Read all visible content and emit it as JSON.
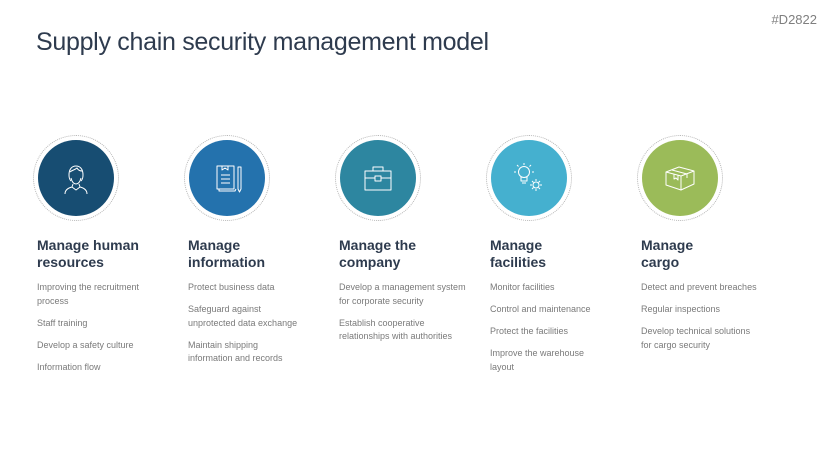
{
  "slide": {
    "code": "#D2822",
    "title": "Supply chain security management model"
  },
  "columns": [
    {
      "icon": "person-icon",
      "color": "#174d72",
      "heading_line1": "Manage human",
      "heading_line2": "resources",
      "items": [
        "Improving the recruitment process",
        "Staff training",
        "Develop a safety culture",
        "Information flow"
      ]
    },
    {
      "icon": "document-pencil-icon",
      "color": "#2472ad",
      "heading_line1": "Manage",
      "heading_line2": "information",
      "items": [
        "Protect business data",
        "Safeguard against unprotected data exchange",
        "Maintain shipping information and records"
      ]
    },
    {
      "icon": "briefcase-icon",
      "color": "#2d86a0",
      "heading_line1": "Manage the",
      "heading_line2": "company",
      "items": [
        "Develop a management system for corporate security",
        "Establish cooperative relationships with authorities"
      ]
    },
    {
      "icon": "lightbulb-gear-icon",
      "color": "#45b0cf",
      "heading_line1": "Manage",
      "heading_line2": "facilities",
      "items": [
        "Monitor facilities",
        "Control and maintenance",
        "Protect the facilities",
        "Improve the warehouse layout"
      ]
    },
    {
      "icon": "box-icon",
      "color": "#9bbb59",
      "heading_line1": "Manage",
      "heading_line2": "cargo",
      "items": [
        "Detect and prevent breaches",
        "Regular inspections",
        "Develop technical solutions for cargo security"
      ]
    }
  ]
}
